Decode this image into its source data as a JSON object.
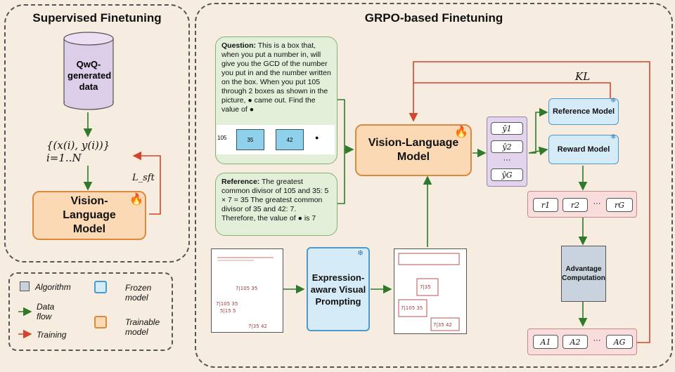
{
  "sft": {
    "title": "Supervised Finetuning",
    "db_label": "QwQ-generated data",
    "dataset_expr": "{(x(i), y(i))} i=1..N",
    "loss_label": "L_sft",
    "model_label": "Vision-Language Model"
  },
  "grpo": {
    "title": "GRPO-based Finetuning",
    "question_label": "Question:",
    "question_text": "This is a box that, when you put a number in, will give you the GCD of the number you put in and the number written on the box. When you put 105 through 2 boxes as shown in the picture, ● came out. Find the value of ●",
    "question_figure": {
      "input": "105",
      "box1": "35",
      "box2": "42",
      "output": "●"
    },
    "reference_label": "Reference:",
    "reference_text": "The greatest common divisor of 105 and 35: 5 × 7 = 35 The greatest common divisor of 35 and 42: 7. Therefore, the value of ● is 7",
    "model_label": "Vision-Language Model",
    "outputs": [
      "ŷ1",
      "ŷ2",
      "···",
      "ŷG"
    ],
    "kl_label": "KL",
    "reference_model": "Reference Model",
    "reward_model": "Reward Model",
    "rewards": [
      "r1",
      "r2",
      "···",
      "rG"
    ],
    "advantage_label": "Advantage Computation",
    "advantages": [
      "A1",
      "A2",
      "···",
      "AG"
    ],
    "prompting_label": "Expression-aware Visual Prompting"
  },
  "legend": {
    "algorithm": "Algorithm",
    "data_flow": "Data flow",
    "training": "Training",
    "frozen": "Frozen model",
    "trainable": "Trainable model"
  },
  "colors": {
    "green_arrow": "#2f7a2a",
    "red_arrow": "#d2452f",
    "frozen_border": "#4a9acb",
    "trainable_fill": "#fbd9b4"
  },
  "icons": {
    "trainable": "flame-icon",
    "frozen": "snowflake-icon"
  }
}
